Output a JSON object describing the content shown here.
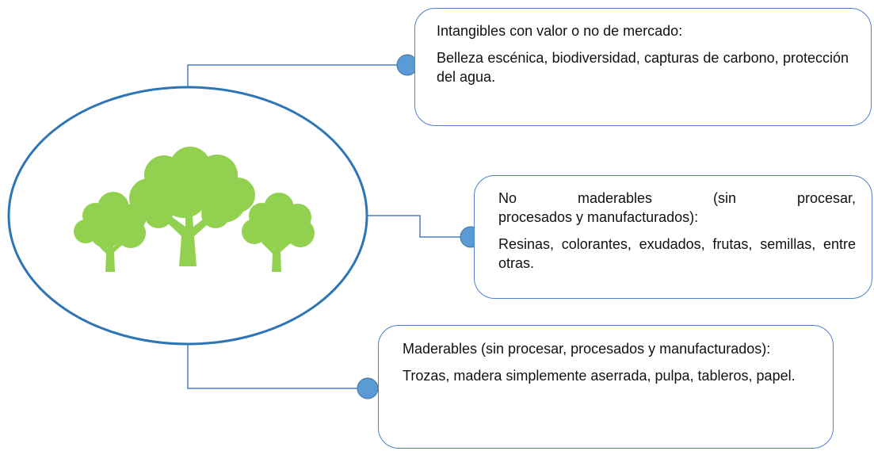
{
  "colors": {
    "connector": "#4a7fc0",
    "node": "#5b9bd5",
    "circle": "#2e75b6",
    "box_border": "#4f7fcf",
    "tree": "#92d050"
  },
  "icon": "trees-icon",
  "boxes": {
    "intangibles": {
      "heading": "Intangibles con valor o no de mercado:",
      "body": "Belleza escénica, biodiversidad, capturas de carbono, protección del agua."
    },
    "no_maderables": {
      "heading_words": [
        "No",
        "maderables",
        "(sin",
        "procesar,"
      ],
      "heading_rest": "procesados y manufacturados):",
      "body": "Resinas, colorantes, exudados, frutas, semillas, entre otras."
    },
    "maderables": {
      "heading": "Maderables (sin procesar, procesados y manufacturados):",
      "body": "Trozas, madera simplemente aserrada, pulpa, tableros, papel."
    }
  }
}
